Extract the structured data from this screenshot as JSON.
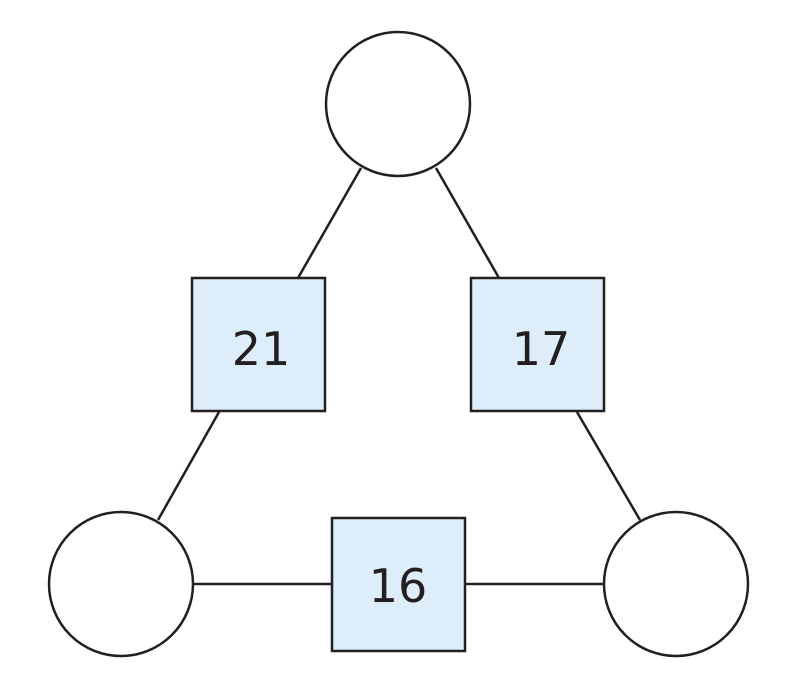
{
  "diagram": {
    "circles": [
      {
        "id": "top",
        "value": ""
      },
      {
        "id": "bottom-left",
        "value": ""
      },
      {
        "id": "bottom-right",
        "value": ""
      }
    ],
    "sums": {
      "left": "21",
      "right": "17",
      "bottom": "16"
    }
  },
  "colors": {
    "stroke": "#231f20",
    "box_fill": "#ddeefa",
    "circle_fill": "#ffffff"
  }
}
